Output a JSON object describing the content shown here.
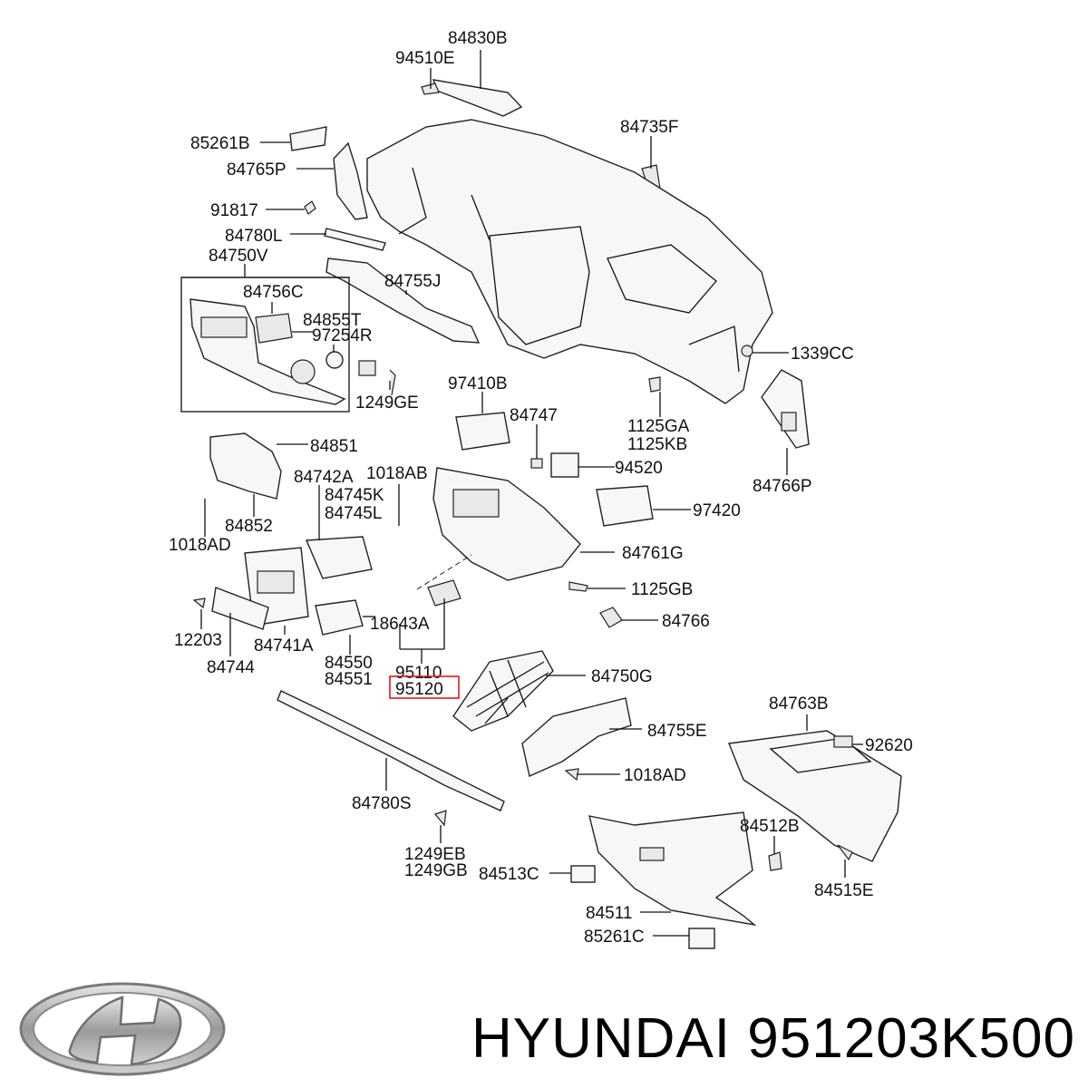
{
  "labels": {
    "l84830B": "84830B",
    "l94510E": "94510E",
    "l85261B": "85261B",
    "l84765P": "84765P",
    "l91817": "91817",
    "l84780L": "84780L",
    "l84750V": "84750V",
    "l84756C": "84756C",
    "l84755J": "84755J",
    "l84855T": "84855T",
    "l97254R": "97254R",
    "l1249GE": "1249GE",
    "l84735F": "84735F",
    "l1339CC": "1339CC",
    "l97410B": "97410B",
    "l84747": "84747",
    "l1125GA": "1125GA",
    "l1125KB": "1125KB",
    "l84766P": "84766P",
    "l84851": "84851",
    "l84742A": "84742A",
    "l1018AB": "1018AB",
    "l84745K": "84745K",
    "l84745L": "84745L",
    "l94520": "94520",
    "l97420": "97420",
    "l84852": "84852",
    "l1018AD_a": "1018AD",
    "l84761G": "84761G",
    "l1125GB": "1125GB",
    "l84766": "84766",
    "l18643A": "18643A",
    "l12203": "12203",
    "l84741A": "84741A",
    "l84744": "84744",
    "l84550": "84550",
    "l84551": "84551",
    "l95110": "95110",
    "l95120": "95120",
    "l84750G": "84750G",
    "l84763B": "84763B",
    "l84755E": "84755E",
    "l92620": "92620",
    "l1018AD_b": "1018AD",
    "l84780S": "84780S",
    "l84512B": "84512B",
    "l1249EB": "1249EB",
    "l1249GB": "1249GB",
    "l84513C": "84513C",
    "l84515E": "84515E",
    "l84511": "84511",
    "l85261C": "85261C"
  },
  "highlight_color": "#e01b1b",
  "footer": {
    "brand_part": "HYUNDAI 951203K500"
  },
  "logo": {
    "icon": "hyundai-logo-icon"
  }
}
